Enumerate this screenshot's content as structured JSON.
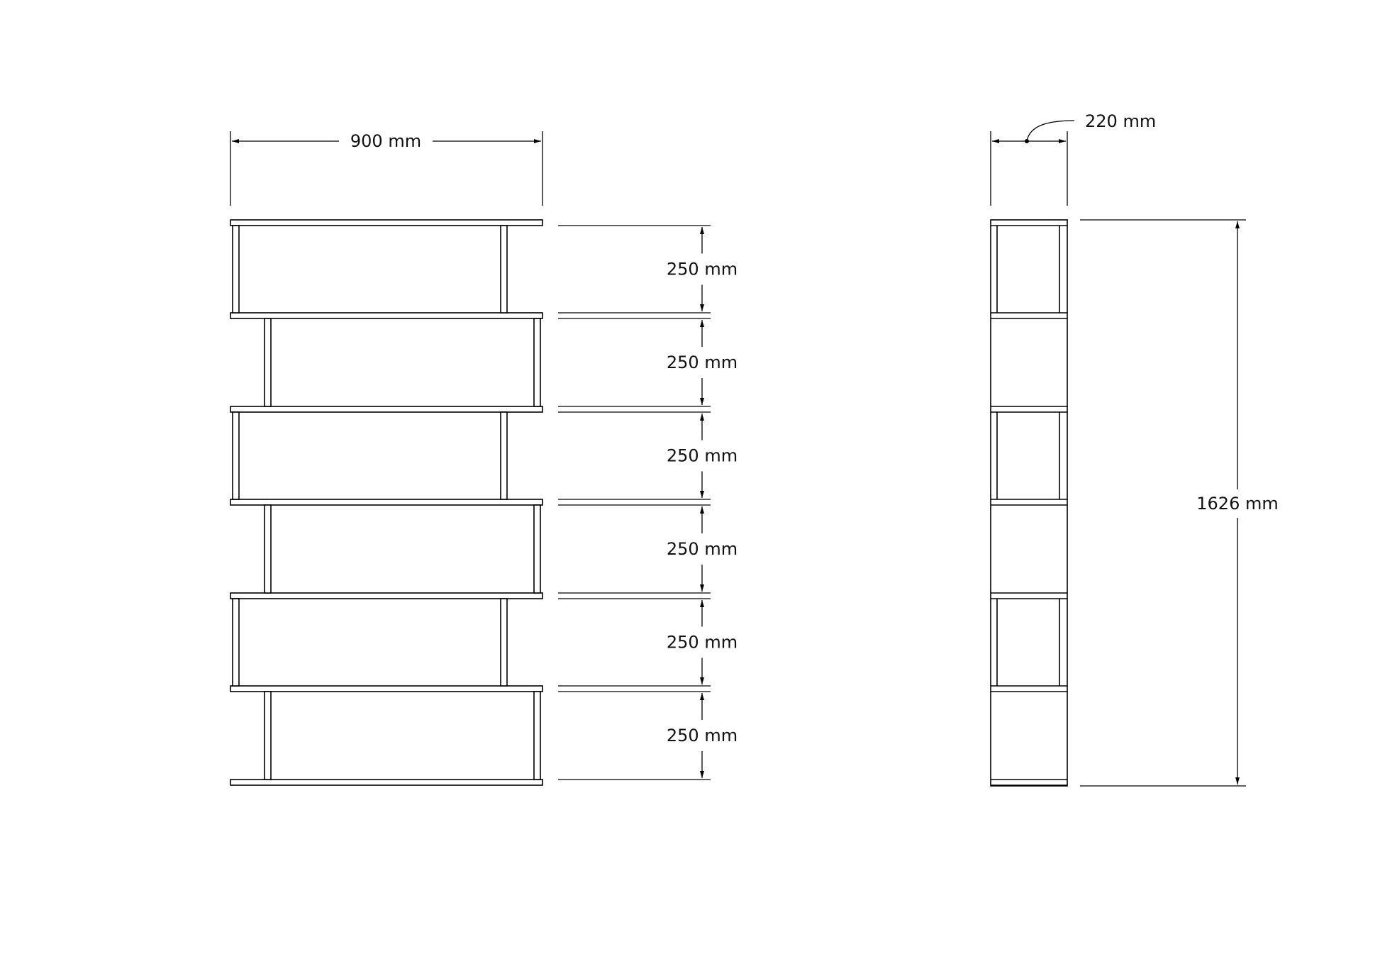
{
  "front_view": {
    "width_label": "900 mm",
    "shelf_spacing_labels": [
      "250 mm",
      "250 mm",
      "250 mm",
      "250 mm",
      "250 mm",
      "250 mm"
    ]
  },
  "side_view": {
    "depth_label": "220 mm",
    "height_label": "1626 mm"
  },
  "colors": {
    "line": "#000000",
    "background": "#ffffff"
  }
}
